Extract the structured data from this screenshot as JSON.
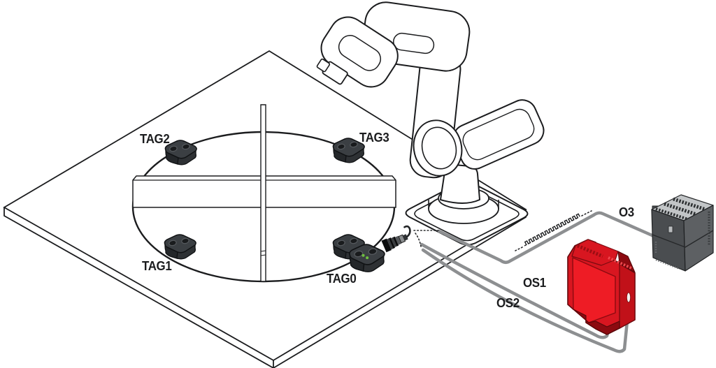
{
  "diagram": {
    "type": "isometric-technical-illustration",
    "scene": "RFID safety sensor on a rotary index table with robot arm, safety relay module and PLC",
    "labels": {
      "tag2": "TAG2",
      "tag3": "TAG3",
      "tag1": "TAG1",
      "tag0": "TAG0",
      "o3": "O3",
      "os1": "OS1",
      "os2": "OS2"
    },
    "components": [
      "work-table",
      "rotary-table",
      "index-cross",
      "rfid-tag",
      "rfid-read-head",
      "sensor-cable-connector",
      "robot-arm",
      "din-rail",
      "safety-relay-module",
      "plc-module"
    ],
    "colors": {
      "line": "#1b1c1e",
      "cable": "#8d8f91",
      "tag_top": "#3b3f43",
      "tag_left": "#24272a",
      "tag_right": "#2e3134",
      "module_red": "#ee1c25",
      "module_red_mid": "#d81620",
      "module_red_dark": "#c11119",
      "module_red_deep": "#8c0a10",
      "plc_top": "#c2c5c7",
      "plc_front": "#4a4d50",
      "plc_side": "#5d6063",
      "plc_slot": "#2c2f31",
      "led_green": "#6fbf3f"
    }
  }
}
